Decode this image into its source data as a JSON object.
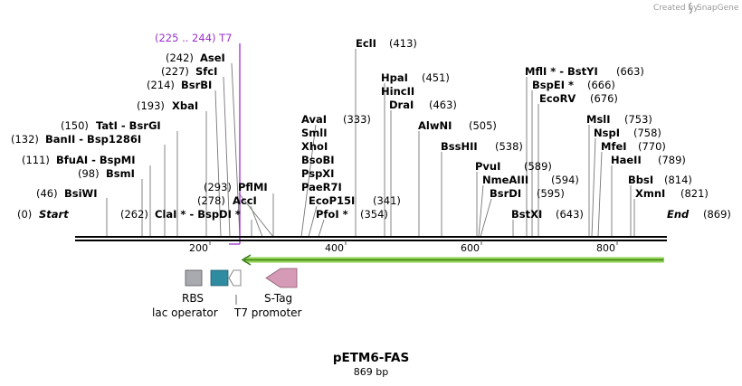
{
  "credit": {
    "prefix": "Created by",
    "brand": "SnapGene"
  },
  "map": {
    "name": "pETM6-FAS",
    "length_label": "869 bp",
    "bp_length": 869
  },
  "ticks": [
    {
      "bp": 200,
      "label": "200"
    },
    {
      "bp": 400,
      "label": "400"
    },
    {
      "bp": 600,
      "label": "600"
    },
    {
      "bp": 800,
      "label": "800"
    }
  ],
  "colors": {
    "promoter": "#9b2fd1",
    "rbs": "#a9aab0",
    "lac_operator": "#2f8ba0",
    "stag": "#d59ab6",
    "primer": "#8fd14f",
    "primer_arrow": "#3a7a1a",
    "backbone": "#000000",
    "ticks": "#555555"
  },
  "feature_labels": {
    "promoter": "(225 .. 244)  T7",
    "rbs": "RBS",
    "lac_operator": "lac operator",
    "t7_promoter": "T7 promoter",
    "stag": "S-Tag"
  },
  "sites": {
    "start": {
      "name": "Start",
      "pos": "(0)"
    },
    "bsiwi": {
      "name": "BsiWI",
      "pos": "(46)"
    },
    "bsmi": {
      "name": "BsmI",
      "pos": "(98)"
    },
    "bfuai": {
      "name": "BfuAI  - BspMI",
      "pos": "(111)"
    },
    "banii": {
      "name": "BanII  - Bsp1286I",
      "pos": "(132)"
    },
    "tati": {
      "name": "TatI  - BsrGI",
      "pos": "(150)"
    },
    "xbai": {
      "name": "XbaI",
      "pos": "(193)"
    },
    "bsrbi": {
      "name": "BsrBI",
      "pos": "(214)"
    },
    "sfci": {
      "name": "SfcI",
      "pos": "(227)"
    },
    "asei": {
      "name": "AseI",
      "pos": "(242)"
    },
    "clai": {
      "name": "ClaI * - BspDI *",
      "pos": "(262)"
    },
    "acci": {
      "name": "AccI",
      "pos": "(278)"
    },
    "pflmi": {
      "name": "PflMI",
      "pos": "(293)"
    },
    "avai": {
      "name": "AvaI",
      "pos": "(333)"
    },
    "smli": {
      "name": "SmlI",
      "pos": ""
    },
    "xhoi": {
      "name": "XhoI",
      "pos": ""
    },
    "bsobi": {
      "name": "BsoBI",
      "pos": ""
    },
    "pspxi": {
      "name": "PspXI",
      "pos": ""
    },
    "paer7i": {
      "name": "PaeR7I",
      "pos": ""
    },
    "ecop15i": {
      "name": "EcoP15I",
      "pos": "(341)"
    },
    "pfoi": {
      "name": "PfoI *",
      "pos": "(354)"
    },
    "ecli": {
      "name": "EclI",
      "pos": "(413)"
    },
    "hpai": {
      "name": "HpaI",
      "pos": "(451)"
    },
    "hincii": {
      "name": "HincII",
      "pos": ""
    },
    "drai": {
      "name": "DraI",
      "pos": "(463)"
    },
    "alwni": {
      "name": "AlwNI",
      "pos": "(505)"
    },
    "bsshii": {
      "name": "BssHII",
      "pos": "(538)"
    },
    "pvui": {
      "name": "PvuI",
      "pos": "(589)"
    },
    "nmeaiii": {
      "name": "NmeAIII",
      "pos": "(594)"
    },
    "bsrdi": {
      "name": "BsrDI",
      "pos": "(595)"
    },
    "bstxi": {
      "name": "BstXI",
      "pos": "(643)"
    },
    "mfli": {
      "name": "MflI * - BstYI",
      "pos": "(663)"
    },
    "bspei": {
      "name": "BspEI *",
      "pos": "(666)"
    },
    "ecorv": {
      "name": "EcoRV",
      "pos": "(676)"
    },
    "msli": {
      "name": "MslI",
      "pos": "(753)"
    },
    "nspi": {
      "name": "NspI",
      "pos": "(758)"
    },
    "mfei": {
      "name": "MfeI",
      "pos": "(770)"
    },
    "haeii": {
      "name": "HaeII",
      "pos": "(789)"
    },
    "bbsi": {
      "name": "BbsI",
      "pos": "(814)"
    },
    "xmni": {
      "name": "XmnI",
      "pos": "(821)"
    },
    "end": {
      "name": "End",
      "pos": "(869)"
    }
  }
}
